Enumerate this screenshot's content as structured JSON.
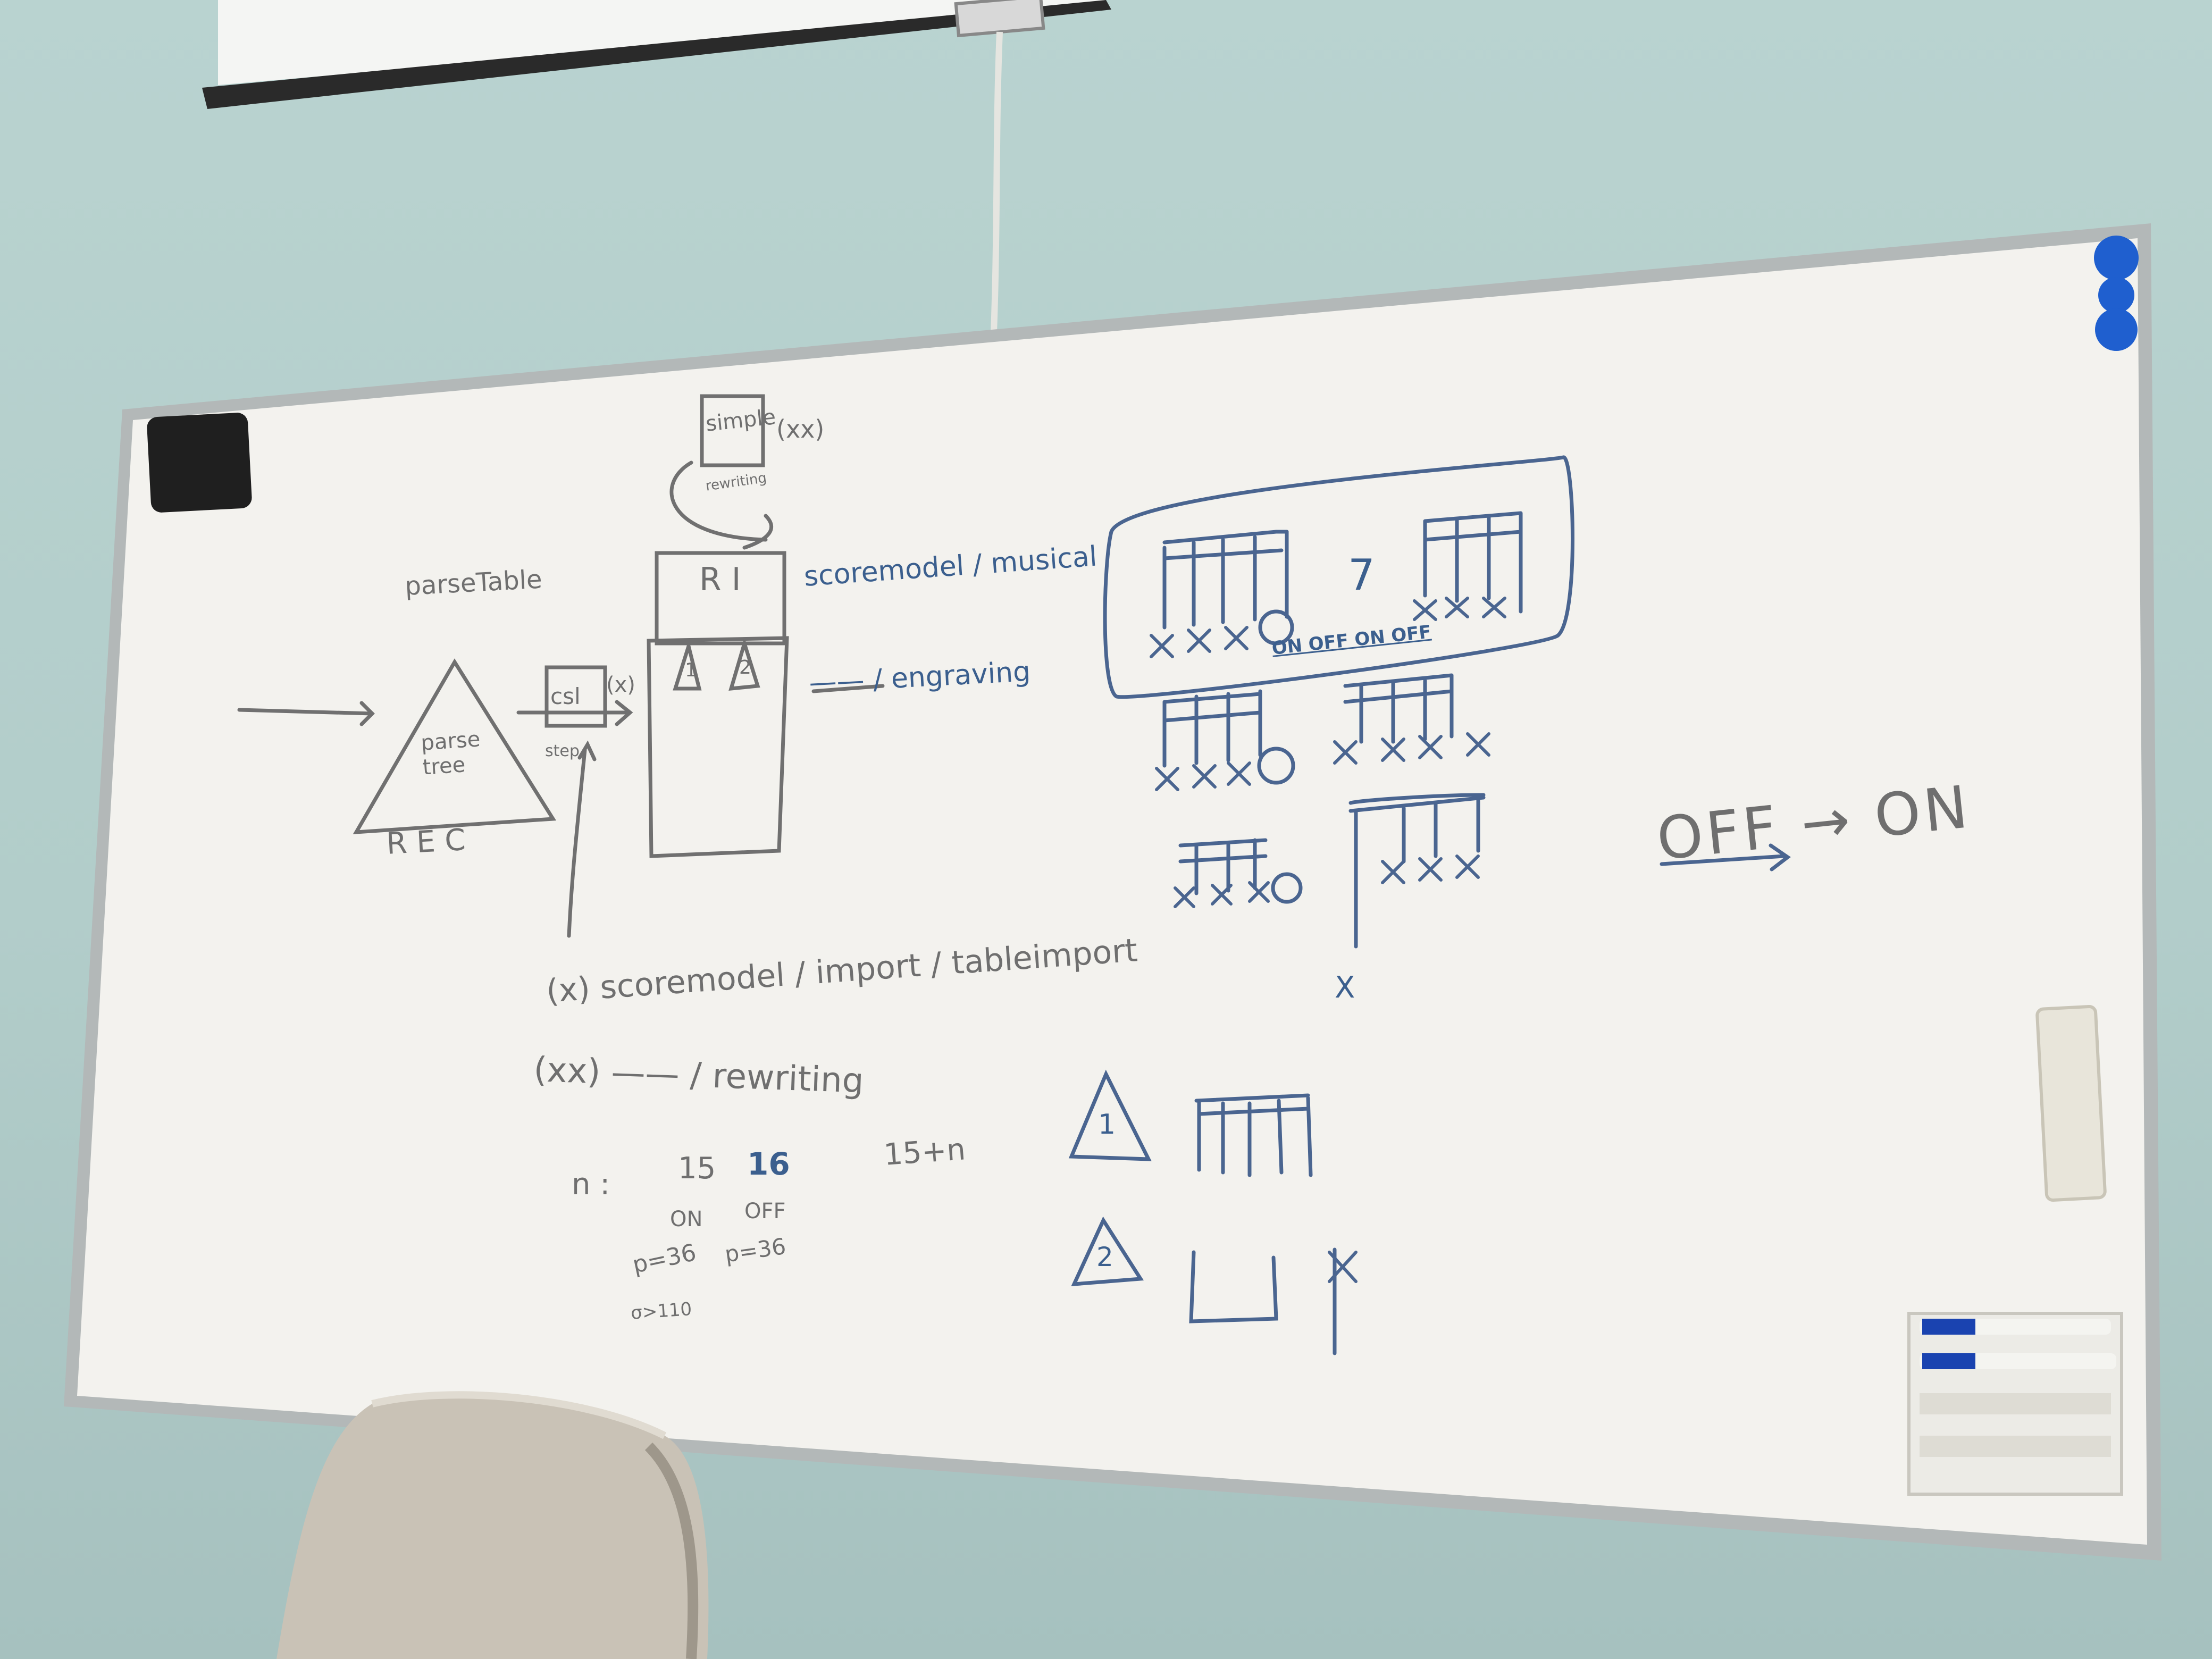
{
  "scene": "whiteboard photo",
  "colors": {
    "wall": "#b5cfcc",
    "board": "#f3f2ee",
    "frame": "#b8bdbd",
    "marker_grey": "#6f6f6f",
    "marker_blue": "#3b5f8e",
    "magnet": "#1f5fcf",
    "chair": "#c9c2b6"
  },
  "notes": {
    "parse_table": "parseTable",
    "parse_tree": "parse tree",
    "rec": "R E C",
    "simple": "simple",
    "xx": "(xx)",
    "rewriting_small": "rewriting",
    "ri": "R I",
    "score_model_musical": "scoremodel / musical",
    "engraving": "—— / engraving",
    "csl": "csl",
    "star": "(x)",
    "step": "step",
    "on_off": "ON OFF  ON OFF",
    "off_on": "OFF → ON",
    "x_import": "(x)   scoremodel / import / tableimport",
    "xx_rewriting": "(xx)  ——  / rewriting",
    "n_label": "n :",
    "n15": "15",
    "n16": "16",
    "n15n": "15+n",
    "on": "ON",
    "off": "OFF",
    "p36a": "p=36",
    "p36b": "p=36",
    "sigma": "σ>110",
    "tri1": "1",
    "tri2": "2",
    "seven": "7",
    "lone_x": "X"
  }
}
